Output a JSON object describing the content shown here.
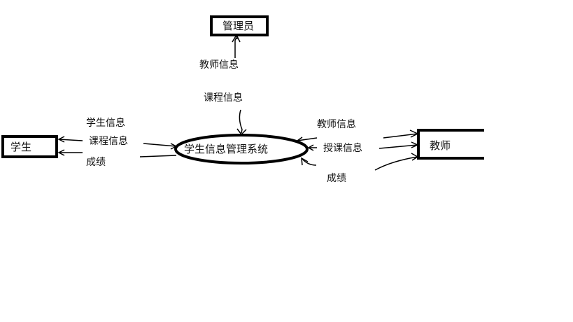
{
  "diagram": {
    "entities": {
      "admin": "管理员",
      "student": "学生",
      "teacher": "教师"
    },
    "process": "学生信息管理系统",
    "flows": {
      "admin_teacher_info": "教师信息",
      "course_info_top": "课程信息",
      "student_info": "学生信息",
      "student_course_info": "课程信息",
      "student_grades": "成绩",
      "teacher_info": "教师信息",
      "teaching_info": "授课信息",
      "teacher_grades": "成绩"
    }
  }
}
